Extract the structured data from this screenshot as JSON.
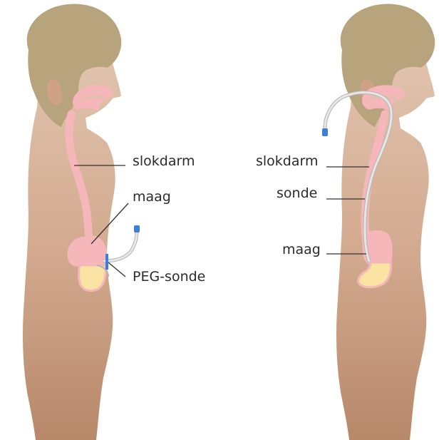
{
  "diagram": {
    "figures": [
      {
        "id": "peg",
        "labels": {
          "esophagus": "slokdarm",
          "stomach": "maag",
          "tube": "PEG-sonde"
        }
      },
      {
        "id": "nasogastric",
        "labels": {
          "esophagus": "slokdarm",
          "tube": "sonde",
          "stomach": "maag"
        }
      }
    ],
    "colors": {
      "background": "#ffffff",
      "hair": "#b7a37c",
      "skin_light": "#dfc1ab",
      "skin_dark": "#b98b6b",
      "digestive_tract": "#f5b7b9",
      "stomach_contents": "#fbe3a3",
      "tube": "#e6e6e6",
      "tube_outline": "#b5b5b5",
      "connector": "#3d7fd6",
      "label_text": "#2b2b2b"
    }
  }
}
